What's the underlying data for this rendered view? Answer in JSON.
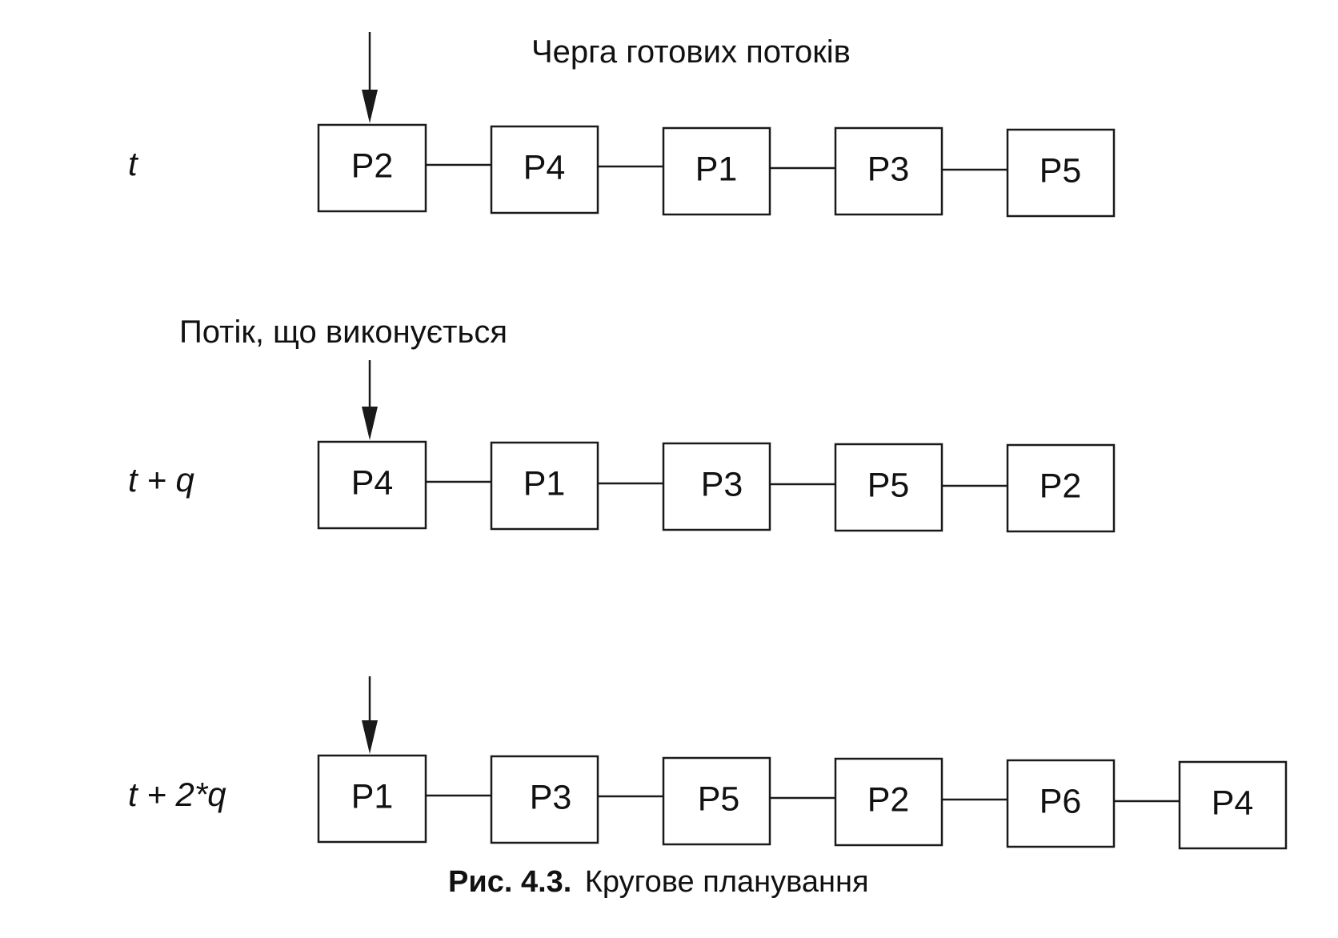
{
  "annotations": {
    "ready_queue": "Черга готових потоків",
    "running_thread": "Потік, що виконується"
  },
  "rows": [
    {
      "time_label": "t",
      "queue": [
        "P2",
        "P4",
        "P1",
        "P3",
        "P5"
      ]
    },
    {
      "time_label": "t + q",
      "queue": [
        "P4",
        "P1",
        "P3",
        "P5",
        "P2"
      ]
    },
    {
      "time_label": "t + 2*q",
      "queue": [
        "P1",
        "P3",
        "P5",
        "P2",
        "P6",
        "P4"
      ]
    }
  ],
  "caption": {
    "figure_number": "Рис. 4.3.",
    "title": "Кругове планування"
  }
}
